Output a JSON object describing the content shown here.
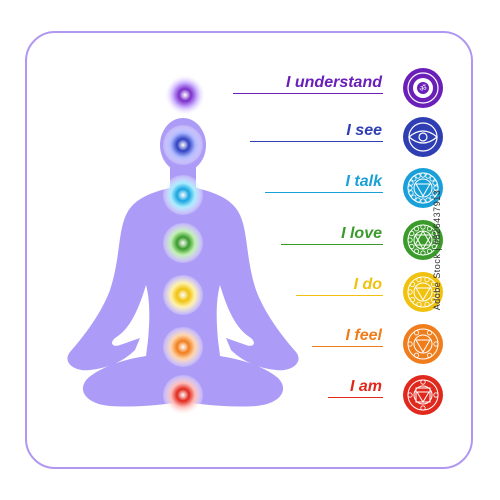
{
  "colors": {
    "frame": "#b197f0",
    "silhouette": "#ad9cf7"
  },
  "chakras": [
    {
      "label": "I understand",
      "color": "#6a1fb8",
      "glow": "#d9c4ff",
      "icon": "om-icon"
    },
    {
      "label": "I see",
      "color": "#2f3fb3",
      "glow": "#b8c4ff",
      "icon": "third-eye-icon"
    },
    {
      "label": "I talk",
      "color": "#1aa0d8",
      "glow": "#b4ecff",
      "icon": "throat-icon"
    },
    {
      "label": "I love",
      "color": "#3a9a2a",
      "glow": "#c4f0b8",
      "icon": "heart-icon"
    },
    {
      "label": "I do",
      "color": "#f0c20e",
      "glow": "#fff4b0",
      "icon": "solar-plexus-icon"
    },
    {
      "label": "I feel",
      "color": "#f07d1c",
      "glow": "#ffd8b0",
      "icon": "sacral-icon"
    },
    {
      "label": "I am",
      "color": "#e0281d",
      "glow": "#ffc0bc",
      "icon": "root-icon"
    }
  ],
  "watermark": "Adobe Stock | #826437913"
}
